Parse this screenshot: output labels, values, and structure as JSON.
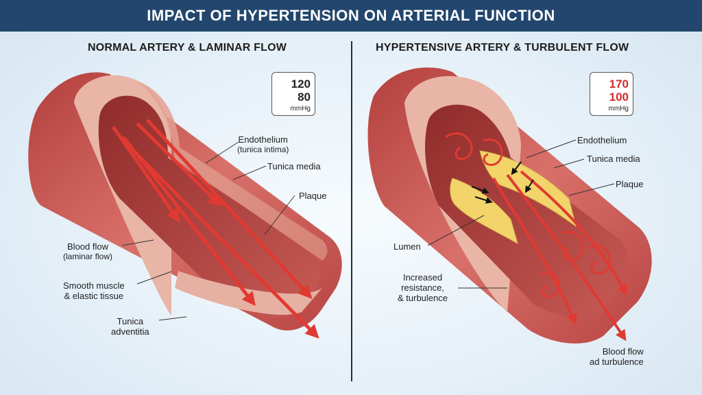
{
  "title": "IMPACT OF HYPERTENSION ON ARTERIAL FUNCTION",
  "left_panel": {
    "heading": "NORMAL ARTERY & LAMINAR FLOW",
    "bp": {
      "systolic": "120",
      "diastolic": "80",
      "unit": "mmHg"
    },
    "labels": {
      "endothelium": "Endothelium",
      "endothelium_sub": "(tunica intima)",
      "tunica_media": "Tunica media",
      "plaque": "Plaque",
      "blood_flow": "Blood flow",
      "blood_flow_sub": "(laminar flow)",
      "smooth_muscle": "Smooth muscle",
      "smooth_muscle_sub": "& elastic tissue",
      "adventitia": "Tunica",
      "adventitia_sub": "adventitia"
    }
  },
  "right_panel": {
    "heading": "HYPERTENSIVE ARTERY & TURBULENT FLOW",
    "bp": {
      "systolic": "170",
      "diastolic": "100",
      "unit": "mmHg"
    },
    "labels": {
      "endothelium": "Endothelium",
      "tunica_media": "Tunica media",
      "plaque": "Plaque",
      "lumen": "Lumen",
      "resistance_1": "Increased",
      "resistance_2": "resistance,",
      "resistance_3": "& turbulence",
      "flow_1": "Blood flow",
      "flow_2": "ad turbulence"
    }
  },
  "colors": {
    "header": "#22466d",
    "artery_wall": "#c9514e",
    "artery_inner": "#a93a38",
    "flow_arrow": "#e03a32",
    "plaque": "#f2d46a",
    "hyper_bp": "#d12c2c"
  }
}
